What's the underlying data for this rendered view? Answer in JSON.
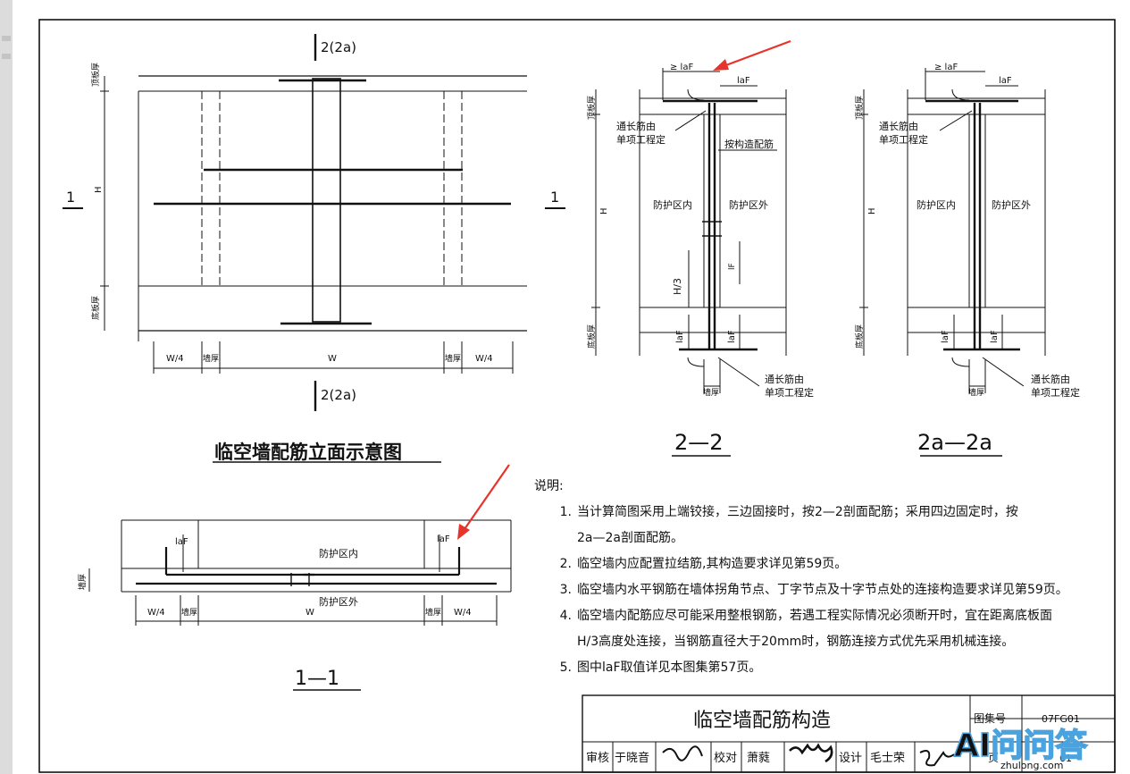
{
  "elevation": {
    "title": "临空墙配筋立面示意图",
    "section_top": "2(2a)",
    "section_bottom": "2(2a)",
    "label_left": "1",
    "label_right": "1",
    "top_slab": "顶板厚",
    "bottom_slab": "底板厚",
    "height": "H",
    "dims": [
      "W/4",
      "墙厚",
      "W",
      "墙厚",
      "W/4"
    ]
  },
  "section11": {
    "title": "1—1",
    "laf_left": "laF",
    "laf_right": "laF",
    "inside": "防护区内",
    "outside": "防护区外",
    "wall_thk": "墙厚",
    "dims": [
      "W/4",
      "墙厚",
      "W",
      "墙厚",
      "W/4"
    ]
  },
  "section22": {
    "title": "2—2",
    "laf_ge": "≥ laF",
    "laf": "laF",
    "top_slab": "顶板厚",
    "bottom_slab": "底板厚",
    "H": "H",
    "H3": "H/3",
    "lf": "lF",
    "laf_l": "laF",
    "laf_r": "laF",
    "bar_note_top_1": "通长筋由",
    "bar_note_top_2": "单项工程定",
    "bar_note_mid": "按构造配筋",
    "inside": "防护区内",
    "outside": "防护区外",
    "bar_note_bot_1": "通长筋由",
    "bar_note_bot_2": "单项工程定",
    "wall_thk": "墙厚"
  },
  "section2a": {
    "title": "2a—2a",
    "laf_ge": "≥ laF",
    "laf": "laF",
    "top_slab": "顶板厚",
    "bottom_slab": "底板厚",
    "H": "H",
    "laf_l": "laF",
    "laf_r": "laF",
    "bar_note_top_1": "通长筋由",
    "bar_note_top_2": "单项工程定",
    "inside": "防护区内",
    "outside": "防护区外",
    "bar_note_bot_1": "通长筋由",
    "bar_note_bot_2": "单项工程定",
    "wall_thk": "墙厚"
  },
  "notes": {
    "heading": "说明:",
    "items": [
      {
        "num": "1.",
        "text": "当计算简图采用上端铰接，三边固接时，按2—2剖面配筋；采用四边固定时，按",
        "cont": "2a—2a剖面配筋。"
      },
      {
        "num": "2.",
        "text": "临空墙内应配置拉结筋,其构造要求详见第59页。"
      },
      {
        "num": "3.",
        "text": "临空墙内水平钢筋在墙体拐角节点、丁字节点及十字节点处的连接构造要求详见第59页。"
      },
      {
        "num": "4.",
        "text": "临空墙内配筋应尽可能采用整根钢筋，若遇工程实际情况必须断开时，宜在距离底板面",
        "cont": "H/3高度处连接，当钢筋直径大于20mm时，钢筋连接方式优先采用机械连接。"
      },
      {
        "num": "5.",
        "text": "图中laF取值详见本图集第57页。"
      }
    ]
  },
  "title_block": {
    "title": "临空墙配筋构造",
    "atlas_label": "图集号",
    "atlas_no": "07FG01",
    "page_label": "页",
    "page_no": "61",
    "review_label": "审核",
    "reviewer": "于晓音",
    "check_label": "校对",
    "checker": "萧蕤",
    "design_label": "设计",
    "designer": "毛士荣"
  },
  "watermark": {
    "text": "AI问问答",
    "sub": "zhulong.com"
  },
  "colors": {
    "line": "#111111",
    "arrow": "#e8332a",
    "watermark": "#4aa3df"
  }
}
